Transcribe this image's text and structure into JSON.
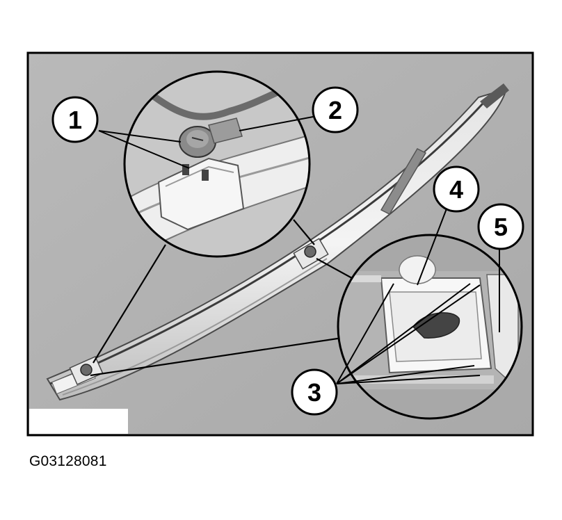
{
  "figure": {
    "code": "G03128081",
    "callouts": [
      {
        "id": "c1",
        "label": "1"
      },
      {
        "id": "c2",
        "label": "2"
      },
      {
        "id": "c3",
        "label": "3"
      },
      {
        "id": "c4",
        "label": "4"
      },
      {
        "id": "c5",
        "label": "5"
      }
    ]
  }
}
